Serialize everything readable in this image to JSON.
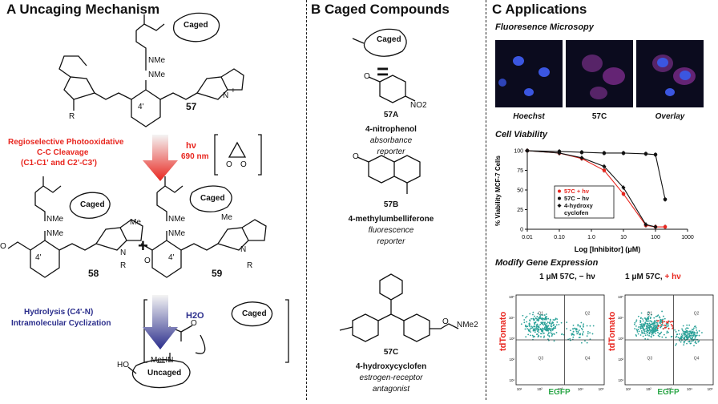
{
  "panel_a": {
    "title": "A Uncaging Mechanism",
    "caged_label": "Caged",
    "nme_label": "NMe",
    "me_label": "Me",
    "n_label": "N",
    "r_label": "R",
    "plus_sign": "+",
    "pos_4prime": "4'",
    "compound_57": "57",
    "compound_58": "58",
    "compound_59": "59",
    "step1_line1": "Regioselective Photooxidative",
    "step1_line2": "C-C Cleavage",
    "step1_line3": "(C1-C1' and C2'-C3')",
    "step1_cond1": "hν",
    "step1_cond2": "690 nm",
    "step2_line1": "Hydrolysis (C4'-N)",
    "step2_line2": "Intramolecular Cyclization",
    "step2_cond": "H2O",
    "product_ho": "HO",
    "product_label": "Uncaged",
    "mehn_label": "MeHN",
    "o_label": "O",
    "colors": {
      "red": "#e8261f",
      "blue": "#2b2e8c"
    }
  },
  "panel_b": {
    "title": "B Caged Compounds",
    "caged_label": "Caged",
    "equals": "=",
    "a_id": "57A",
    "a_name": "4-nitrophenol",
    "a_role1": "absorbance",
    "a_role2": "reporter",
    "b_id": "57B",
    "b_name": "4-methylumbelliferone",
    "b_role1": "fluorescence",
    "b_role2": "reporter",
    "c_id": "57C",
    "c_name": "4-hydroxycyclofen",
    "c_role1": "estrogen-receptor",
    "c_role2": "antagonist",
    "no2": "NO2",
    "nme2": "NMe2",
    "o_label": "O"
  },
  "panel_c": {
    "title": "C Applications",
    "micro_title": "Fluoresence Microsopy",
    "micro_labels": [
      "Hoechst",
      "57C",
      "Overlay"
    ],
    "viability_title": "Cell Viability",
    "gene_title": "Modify Gene Expression",
    "flow_left_title": "1 μM 57C, − hν",
    "flow_right_title_prefix": "1 μM 57C,",
    "flow_right_title_suffix": "+ hν",
    "flow_ylabel": "tdTomato",
    "flow_xlabel": "EGFP",
    "quadrants": [
      "Q1",
      "Q2",
      "Q3",
      "Q4"
    ],
    "flow_ticks": [
      "10¹",
      "10²",
      "10³",
      "10⁴",
      "10⁵"
    ],
    "colors": {
      "red": "#e8261f",
      "green": "#2ea84a",
      "teal": "#2aa198"
    }
  },
  "chart_data": {
    "type": "line",
    "title": "Cell Viability",
    "xlabel": "Log [Inhibitor] (μM)",
    "ylabel": "% Viability MCF-7 Cells",
    "xscale": "log",
    "xlim": [
      0.01,
      1000
    ],
    "ylim": [
      0,
      100
    ],
    "x_ticks": [
      "0.01",
      "0.10",
      "1.0",
      "10",
      "100",
      "1000"
    ],
    "y_ticks": [
      "0",
      "25",
      "50",
      "75",
      "100"
    ],
    "legend_position": "center-left",
    "series": [
      {
        "name": "57C + hν",
        "color": "#e8261f",
        "marker": "circle",
        "x": [
          0.01,
          0.1,
          0.5,
          2.5,
          10,
          50,
          100,
          200
        ],
        "y": [
          100,
          97,
          90,
          75,
          45,
          5,
          3,
          3
        ]
      },
      {
        "name": "57C − hν",
        "color": "#111111",
        "marker": "circle",
        "x": [
          0.01,
          0.1,
          0.5,
          2.5,
          10,
          50,
          100,
          200
        ],
        "y": [
          100,
          99,
          98,
          97,
          97,
          96,
          95,
          38
        ]
      },
      {
        "name": "4-hydroxy cyclofen",
        "color": "#111111",
        "marker": "diamond",
        "x": [
          0.01,
          0.1,
          0.5,
          2.5,
          10,
          50,
          100
        ],
        "y": [
          100,
          97,
          91,
          80,
          53,
          6,
          3
        ]
      }
    ]
  }
}
